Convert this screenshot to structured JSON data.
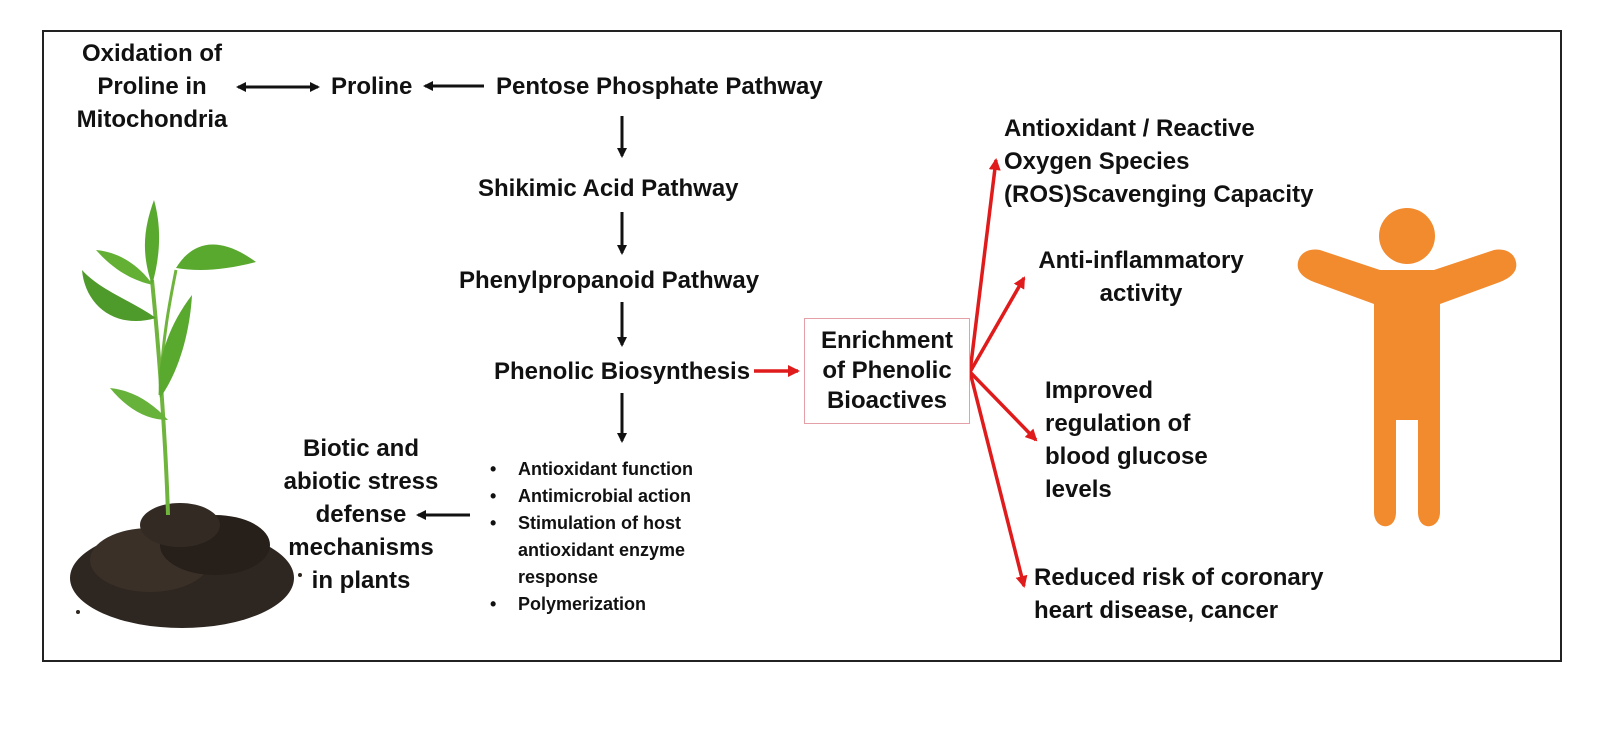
{
  "nodes": {
    "oxidation_line1": "Oxidation of",
    "oxidation_line2": "Proline in",
    "oxidation_line3": "Mitochondria",
    "proline": "Proline",
    "pentose": "Pentose Phosphate Pathway",
    "shikimic": "Shikimic Acid Pathway",
    "phenylpropanoid": "Phenylpropanoid Pathway",
    "phenolic_biosynthesis": "Phenolic Biosynthesis",
    "enrichment_line1": "Enrichment",
    "enrichment_line2": "of Phenolic",
    "enrichment_line3": "Bioactives",
    "stress_line1": "Biotic and",
    "stress_line2": "abiotic stress",
    "stress_line3": "defense",
    "stress_line4": "mechanisms",
    "stress_line5": "in plants"
  },
  "functions": {
    "bullet_symbol": "•",
    "items": [
      "Antioxidant function",
      "Antimicrobial action",
      "Stimulation of host",
      "Polymerization"
    ],
    "item3_continued_1": "antioxidant enzyme",
    "item3_continued_2": "response"
  },
  "benefits": {
    "antioxidant_line1": "Antioxidant / Reactive",
    "antioxidant_line2": "Oxygen Species",
    "antioxidant_line3": "(ROS)Scavenging Capacity",
    "antiinflammatory_line1": "Anti-inflammatory",
    "antiinflammatory_line2": "activity",
    "glucose_line1": "Improved",
    "glucose_line2": "regulation of",
    "glucose_line3": "blood glucose",
    "glucose_line4": "levels",
    "heart_line1": "Reduced risk of coronary",
    "heart_line2": "heart disease, cancer"
  },
  "colors": {
    "black_arrow": "#111111",
    "red_arrow": "#e01b1b",
    "human_figure": "#f28a2e",
    "leaf": "#5aa92f",
    "soil": "#2e2620",
    "box_border": "#e4a0a6"
  },
  "icons": [
    "seedling-in-soil-icon",
    "human-figure-icon"
  ]
}
